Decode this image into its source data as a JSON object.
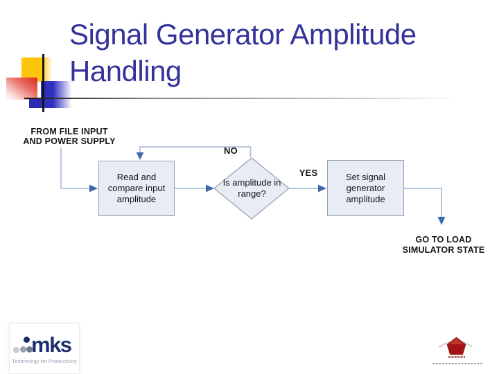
{
  "slide": {
    "title": "Signal Generator Amplitude Handling"
  },
  "flowchart": {
    "start_label": "FROM FILE INPUT\nAND POWER SUPPLY",
    "no_label": "NO",
    "yes_label": "YES",
    "box_read": "Read and\ncompare input\namplitude",
    "decision": "Is amplitude in\nrange?",
    "box_set": "Set signal\ngenerator\namplitude",
    "end_label": "GO TO LOAD\nSIMULATOR STATE"
  },
  "logos": {
    "mks": {
      "wordmark": "mks",
      "tagline": "Technology for Productivity"
    }
  },
  "colors": {
    "title_text": "#333399",
    "node_fill": "#e8edf5",
    "node_border": "#99a0aa",
    "connector_line": "#abc0da",
    "arrowhead": "#3e68ae",
    "accent_yellow": "#ffc60a",
    "accent_red": "#dd3129",
    "accent_blue": "#2f2fc0",
    "underline_gray": "#878787",
    "mks_navy": "#1d2f6f",
    "pentagon_red": "#a31515"
  }
}
